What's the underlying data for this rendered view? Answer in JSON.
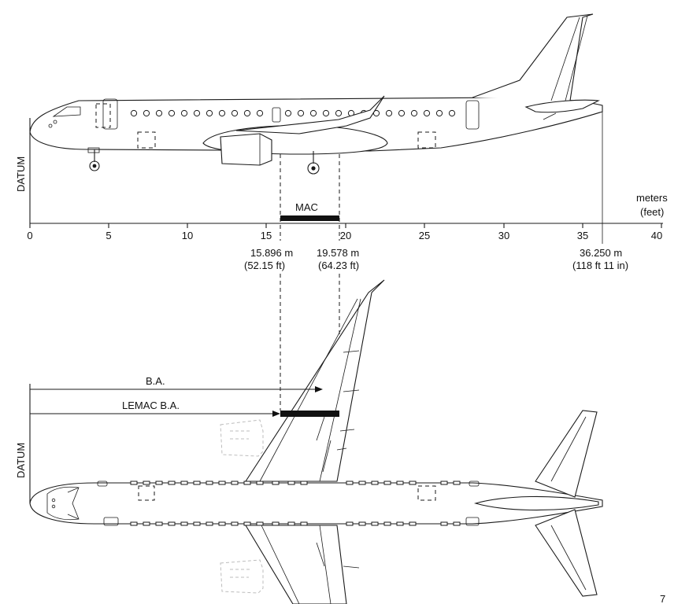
{
  "datum_label": "DATUM",
  "units": {
    "line1": "meters",
    "line2": "(feet)"
  },
  "mac_label": "MAC",
  "scale_ticks": [
    "0",
    "5",
    "10",
    "15",
    "20",
    "25",
    "30",
    "35",
    "40"
  ],
  "dimensions": [
    {
      "meters": "15.896 m",
      "feet": "(52.15 ft)"
    },
    {
      "meters": "19.578 m",
      "feet": "(64.23 ft)"
    },
    {
      "meters": "36.250 m",
      "feet": "(118 ft 11 in)"
    }
  ],
  "ba_label": "B.A.",
  "lemac_label": "LEMAC B.A.",
  "corner_mark": "7"
}
